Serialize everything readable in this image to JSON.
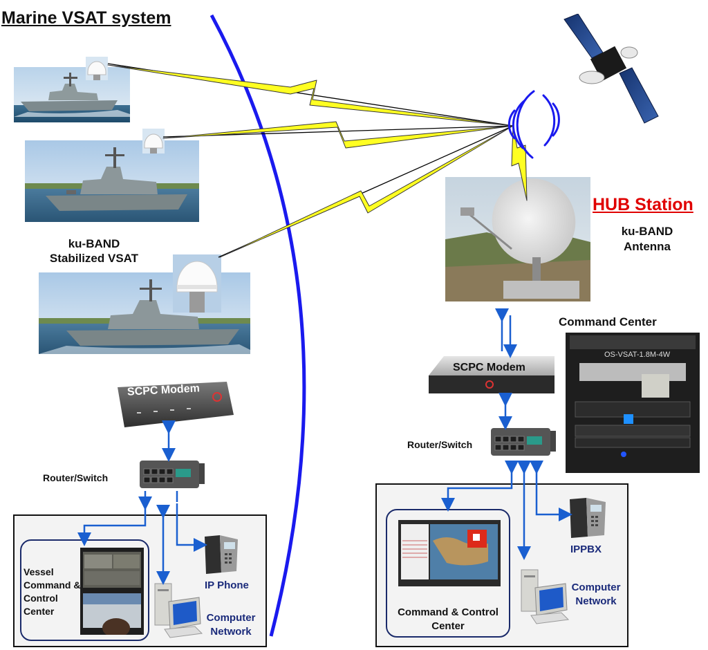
{
  "title": "Marine VSAT system",
  "hub": {
    "title": "HUB Station",
    "antenna_label": "ku-BAND Antenna",
    "modem_label": "SCPC Modem",
    "router_label": "Router/Switch",
    "command_center_label": "Command Center",
    "rack_label": "OS-VSAT-1.8M-4W",
    "c2_label": "Command & Control Center",
    "ippbx_label": "IPPBX",
    "network_label": "Computer Network"
  },
  "vessel": {
    "vsat_label": "ku-BAND Stabilized VSAT",
    "modem_label": "SCPC Modem",
    "router_label": "Router/Switch",
    "c2_label": "Vessel Command & Control Center",
    "phone_label": "IP Phone",
    "network_label": "Computer Network"
  },
  "colors": {
    "arc": "#1a1aee",
    "link": "#ffff22",
    "arrow": "#1a5fd0",
    "hub_title": "#e00000",
    "radome": "#ffffff"
  }
}
